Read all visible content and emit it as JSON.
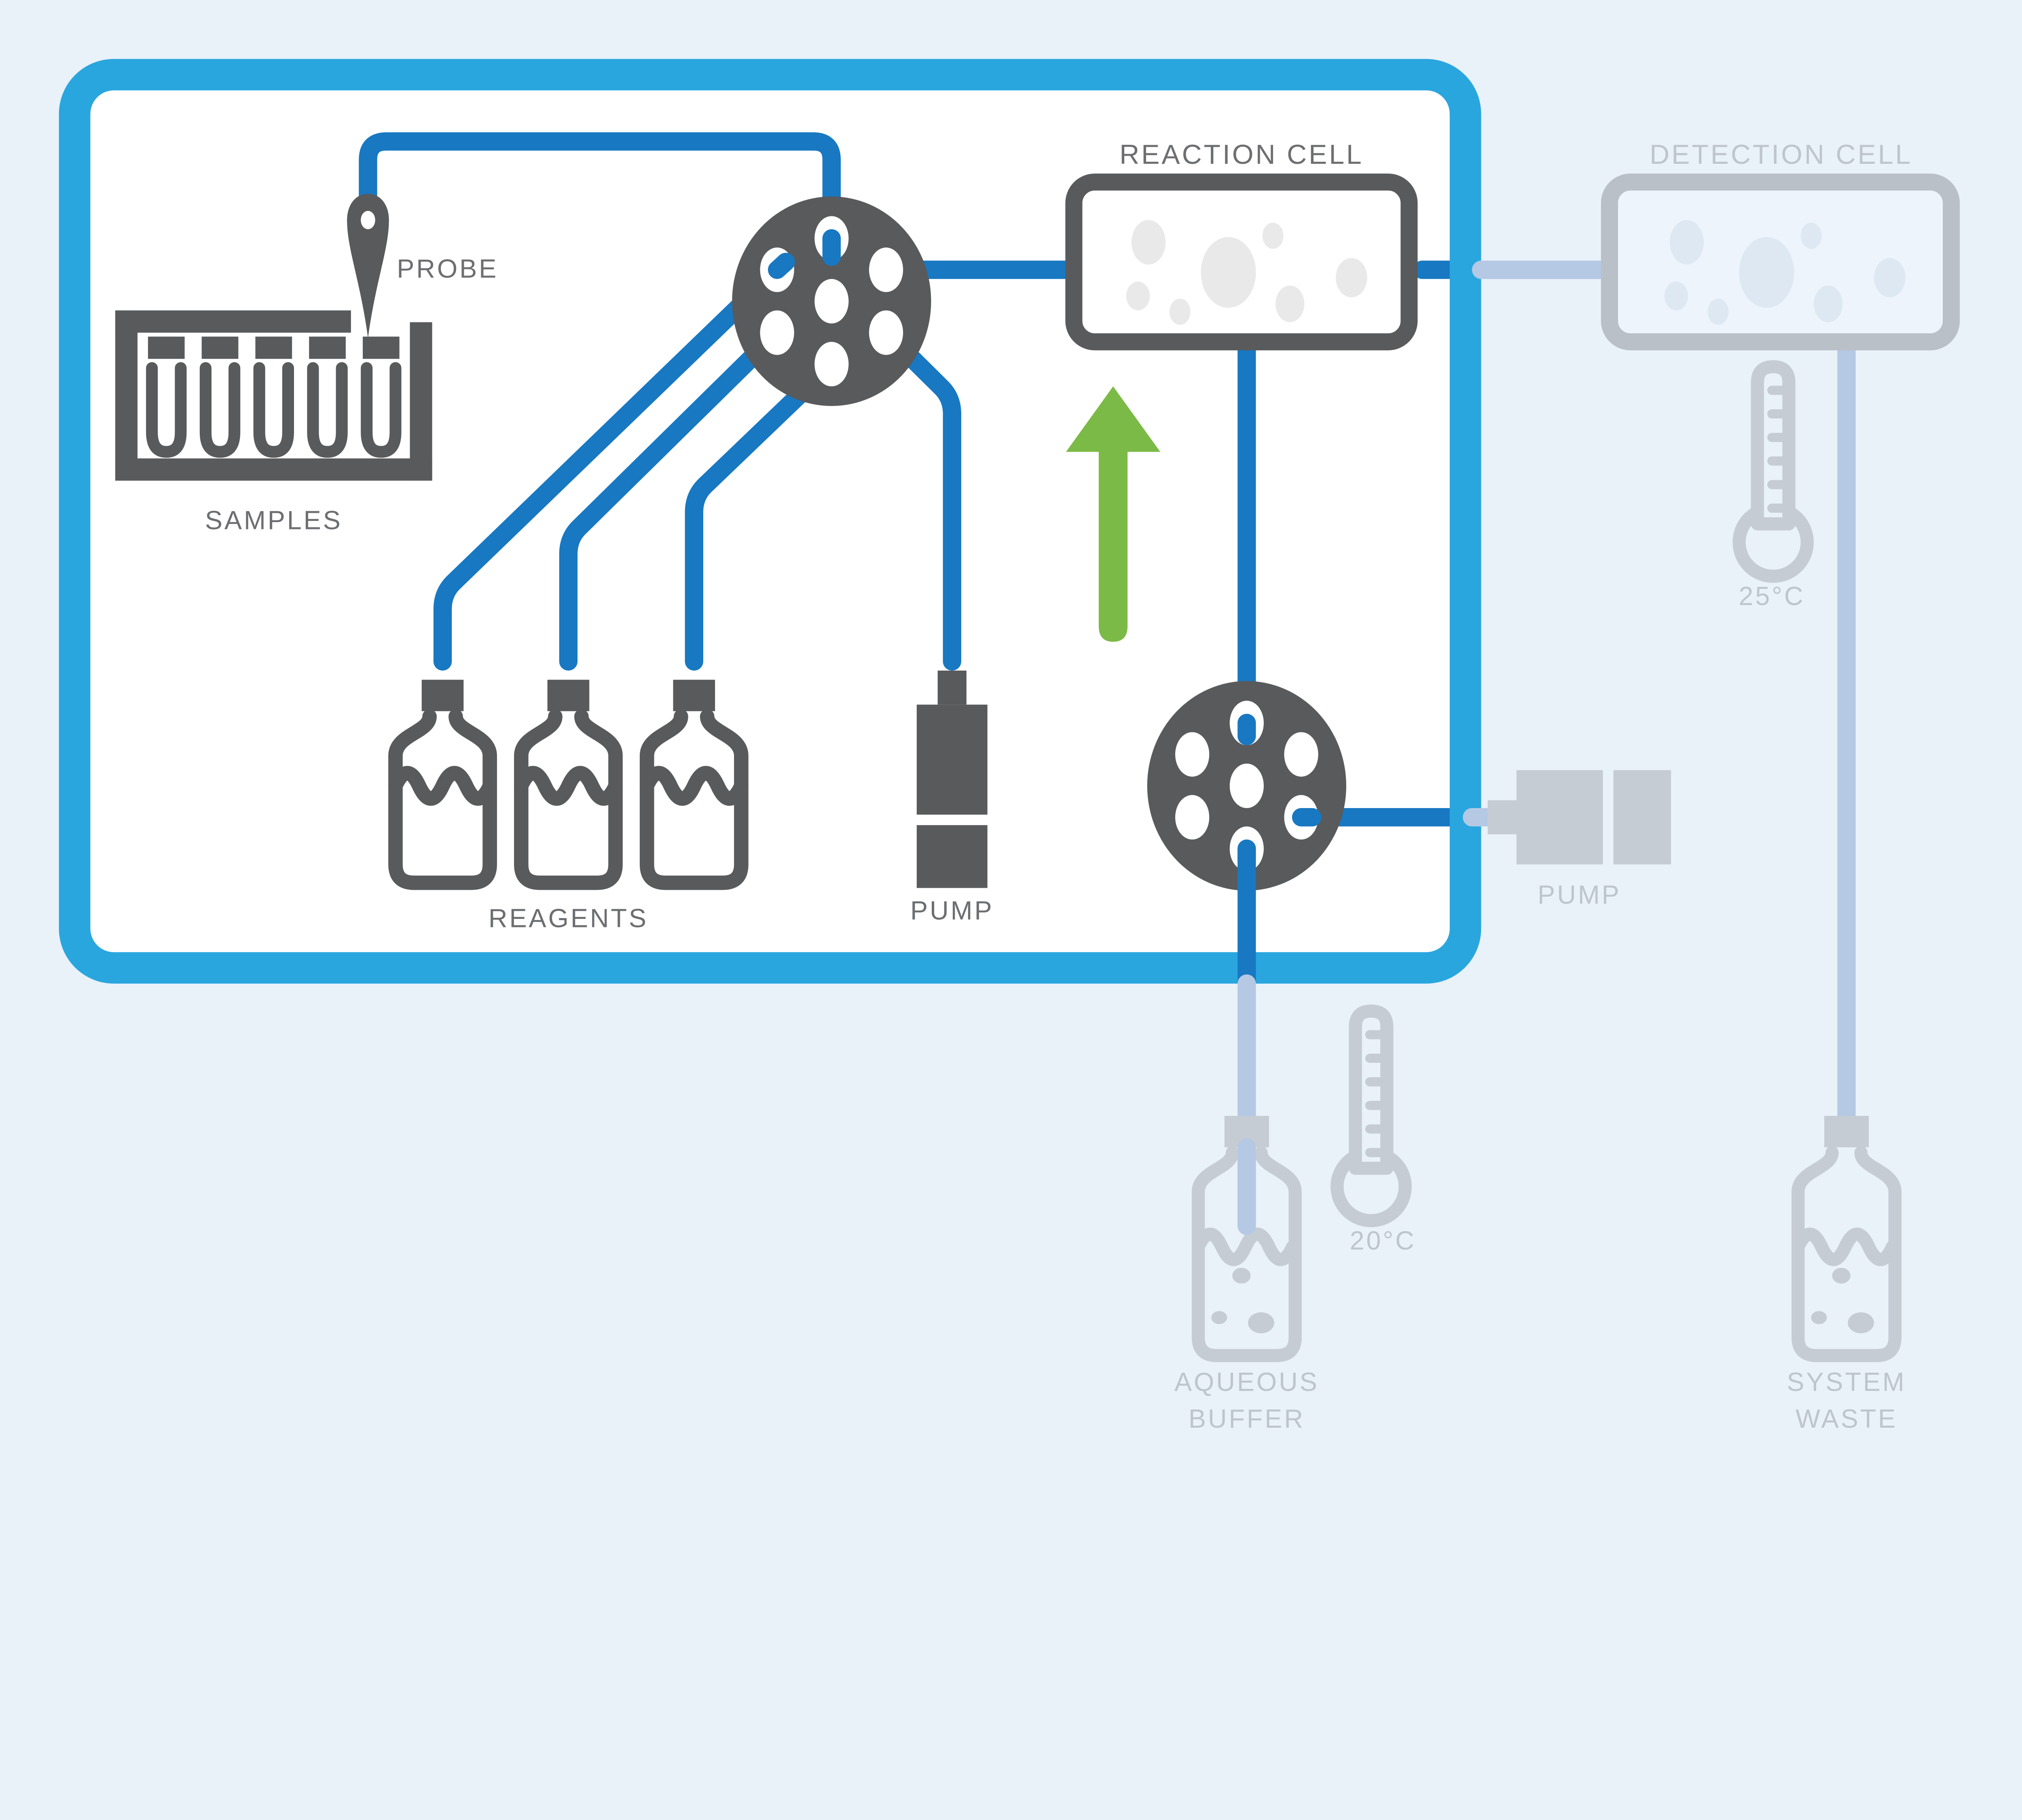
{
  "labels": {
    "probe": "PROBE",
    "samples": "SAMPLES",
    "reagents": "REAGENTS",
    "internal_pump": "PUMP",
    "reaction_cell": "REACTION CELL",
    "detection_cell": "DETECTION CELL",
    "external_pump": "PUMP",
    "detection_temp": "25°C",
    "buffer_temp": "20°C",
    "aqueous_buffer_line1": "AQUEOUS",
    "aqueous_buffer_line2": "BUFFER",
    "system_waste_line1": "SYSTEM",
    "system_waste_line2": "WASTE"
  },
  "colors": {
    "background": "#E9F1F9",
    "active_frame": "#2AA6DF",
    "flow_line": "#1878C2",
    "inactive_flow_line": "#B5C9E4",
    "dark_gray_icon": "#595A5C",
    "label_gray": "#6D6E71",
    "inactive_icon_gray": "#C6CCD4",
    "inactive_label_gray": "#BEC5CD",
    "green_arrow": "#7BBA47"
  }
}
